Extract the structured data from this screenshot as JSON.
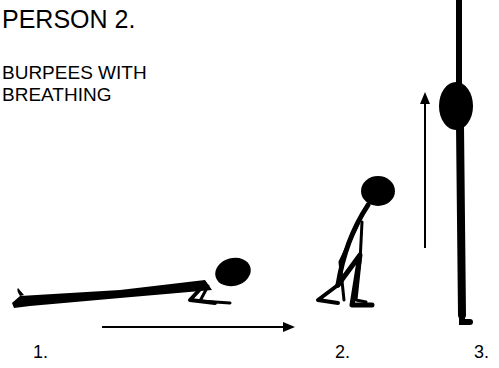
{
  "diagram": {
    "title": "PERSON 2.",
    "labels": [
      "BURPEES WITH BREATHING",
      "1.",
      "2.",
      "3."
    ]
  }
}
